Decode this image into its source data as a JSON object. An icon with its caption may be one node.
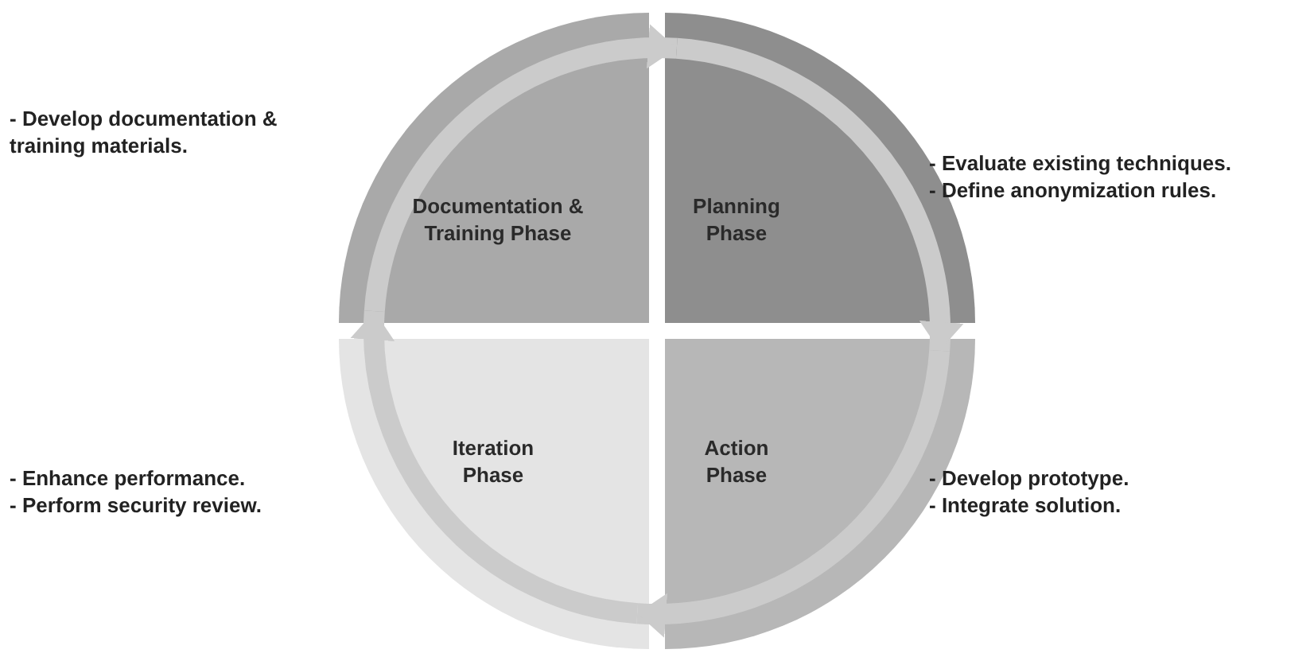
{
  "diagram": {
    "nodes": [
      {
        "text": [
          "Documentation & Training Phase"
        ],
        "beside": [
          "- Develop documentation & training materials."
        ]
      },
      {
        "text": [
          "Planning Phase"
        ],
        "beside": [
          "- Evaluate existing techniques.",
          "- Define anonymization rules."
        ]
      },
      {
        "text": [
          "Iteration Phase"
        ],
        "beside": [
          "- Enhance performance.",
          "- Perform security review."
        ]
      },
      {
        "text": [
          "Action Phase"
        ],
        "beside": [
          "- Develop prototype.",
          "- Integrate solution."
        ]
      }
    ],
    "edges": [
      {
        "from": 0,
        "to": 1,
        "arrow": "to"
      },
      {
        "from": 1,
        "to": 3,
        "arrow": "to"
      },
      {
        "from": 3,
        "to": 2,
        "arrow": "to"
      },
      {
        "from": 2,
        "to": 0,
        "arrow": "to"
      }
    ]
  }
}
